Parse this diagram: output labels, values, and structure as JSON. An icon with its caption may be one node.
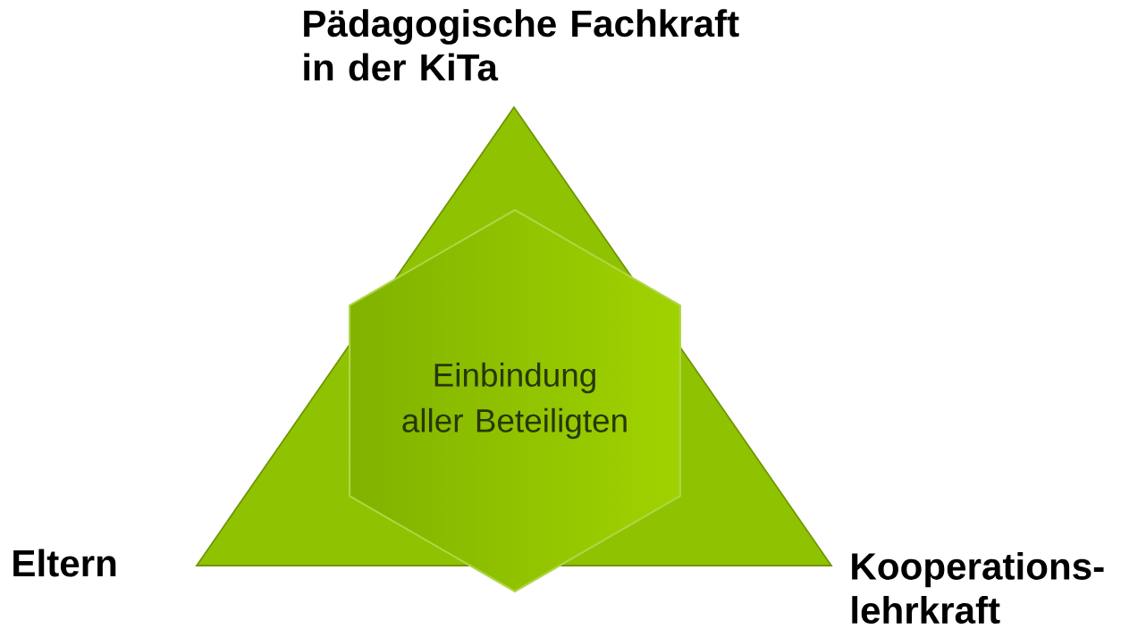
{
  "diagram": {
    "nodes": [
      {
        "text": [],
        "shape": "triangle"
      },
      {
        "text": [
          "Einbindung aller Beteiligten"
        ]
      }
    ],
    "labels": [
      "Pädagogische Fachkraft in der KiTa",
      "Eltern",
      "Kooperations- lehrkraft"
    ]
  }
}
